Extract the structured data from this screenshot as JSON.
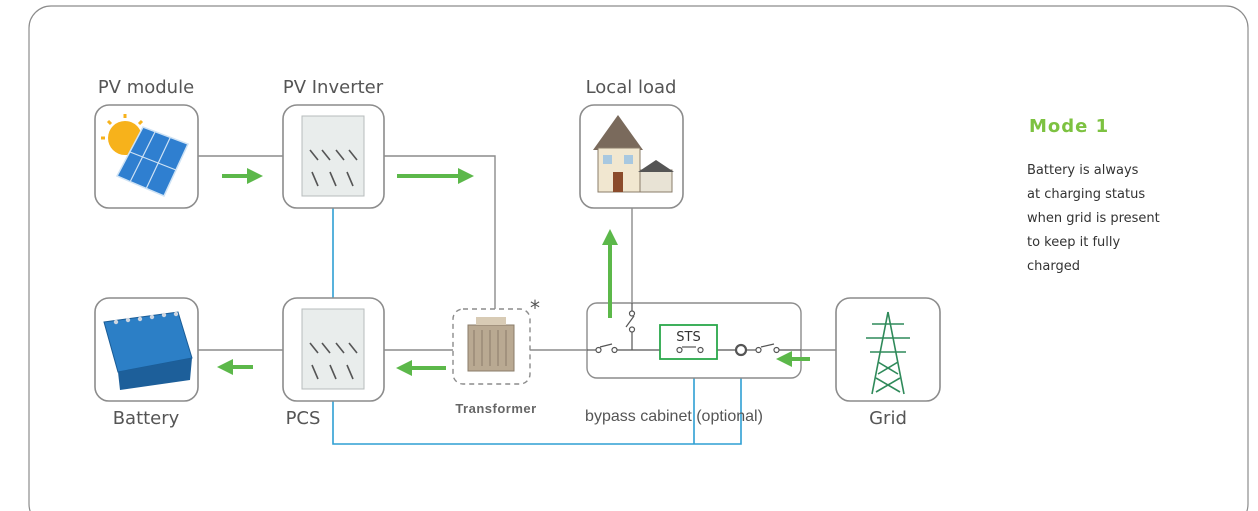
{
  "labels": {
    "pv_module": "PV module",
    "pv_inverter": "PV Inverter",
    "local_load": "Local load",
    "battery": "Battery",
    "pcs": "PCS",
    "transformer": "Transformer",
    "bypass_cabinet": "bypass cabinet (optional)",
    "grid": "Grid",
    "sts": "STS",
    "asterisk": "*"
  },
  "mode": {
    "title": "Mode 1",
    "description_lines": [
      "Battery is always",
      "at charging status",
      "when grid is present",
      "to keep it fully",
      "charged"
    ]
  },
  "colors": {
    "frame": "#8c8c8c",
    "wire_gray": "#8c8c8c",
    "wire_blue": "#2e9fd4",
    "arrow_green": "#5cb84a",
    "sts_green": "#2aa84a",
    "accent": "#7dc241"
  }
}
